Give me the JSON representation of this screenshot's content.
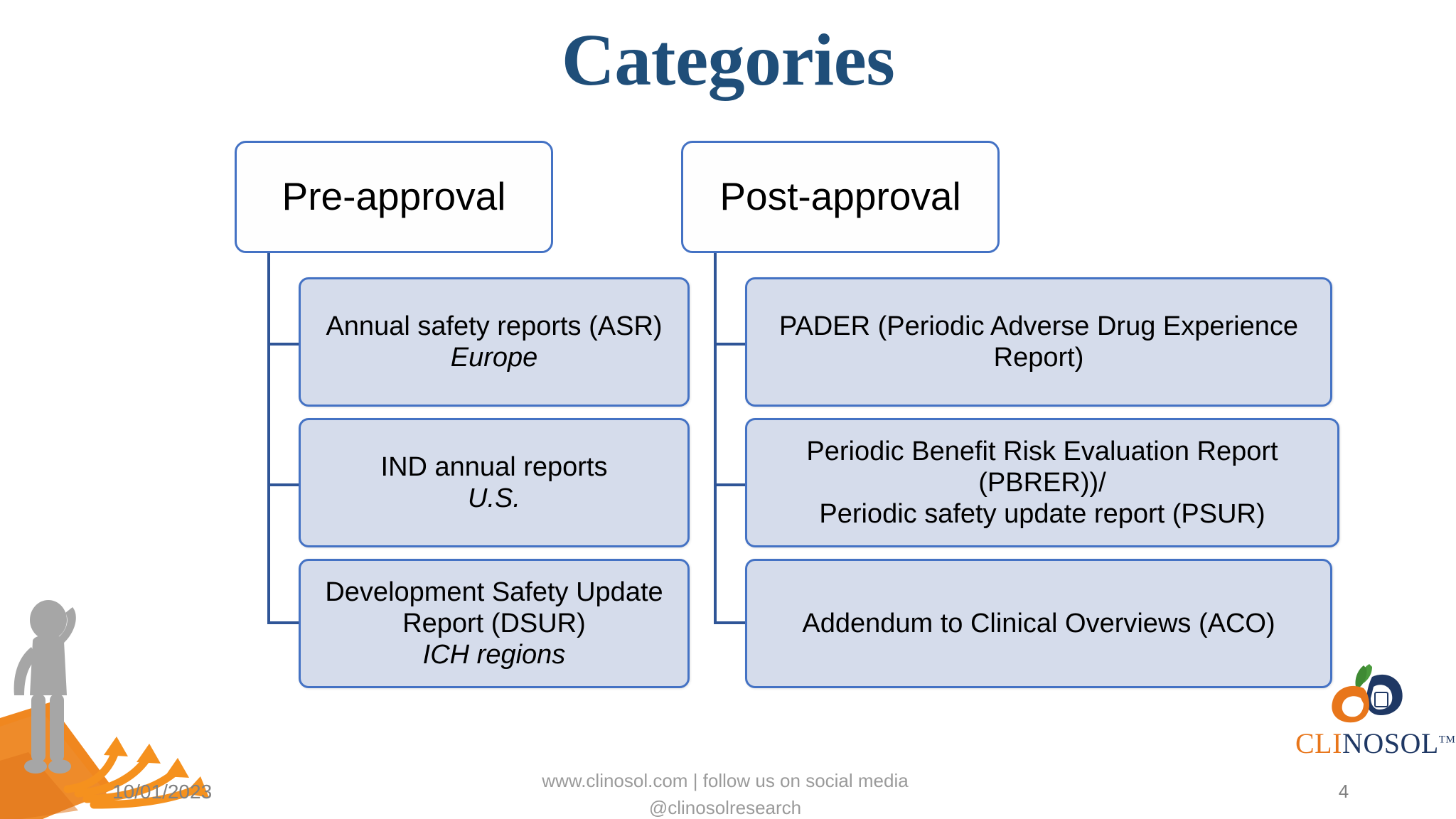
{
  "slide": {
    "title": "Categories",
    "title_color": "#1F4E79",
    "background": "#FFFFFF"
  },
  "diagram": {
    "type": "tree",
    "node_border_color": "#4472C4",
    "leaf_fill_color": "#D5DCEB",
    "connector_color": "#2F5597",
    "branches": [
      {
        "heading": "Pre-approval",
        "children": [
          {
            "title": "Annual safety reports (ASR)",
            "region": "Europe"
          },
          {
            "title": "IND annual reports",
            "region": "U.S."
          },
          {
            "title_line1": "Development Safety Update",
            "title_line2": "Report (DSUR)",
            "region": "ICH regions"
          }
        ]
      },
      {
        "heading": "Post-approval",
        "children": [
          {
            "title_line1": "PADER (Periodic Adverse Drug Experience",
            "title_line2": "Report)"
          },
          {
            "title_line1": "Periodic Benefit Risk Evaluation Report",
            "title_line2": "(PBRER))/",
            "title_line3": "Periodic safety update report (PSUR)"
          },
          {
            "title": "Addendum to Clinical Overviews (ACO)"
          }
        ]
      }
    ]
  },
  "footer": {
    "date": "10/01/2023",
    "center_line1": "www.clinosol.com  |  follow us on social media",
    "center_line2": "@clinosolresearch",
    "page_number": "4"
  },
  "logo": {
    "name_part1": "CLI",
    "name_part2": "NOSOL",
    "trademark": "TM",
    "orange": "#E8761B",
    "navy": "#1F3864",
    "green": "#4A9A3C"
  }
}
